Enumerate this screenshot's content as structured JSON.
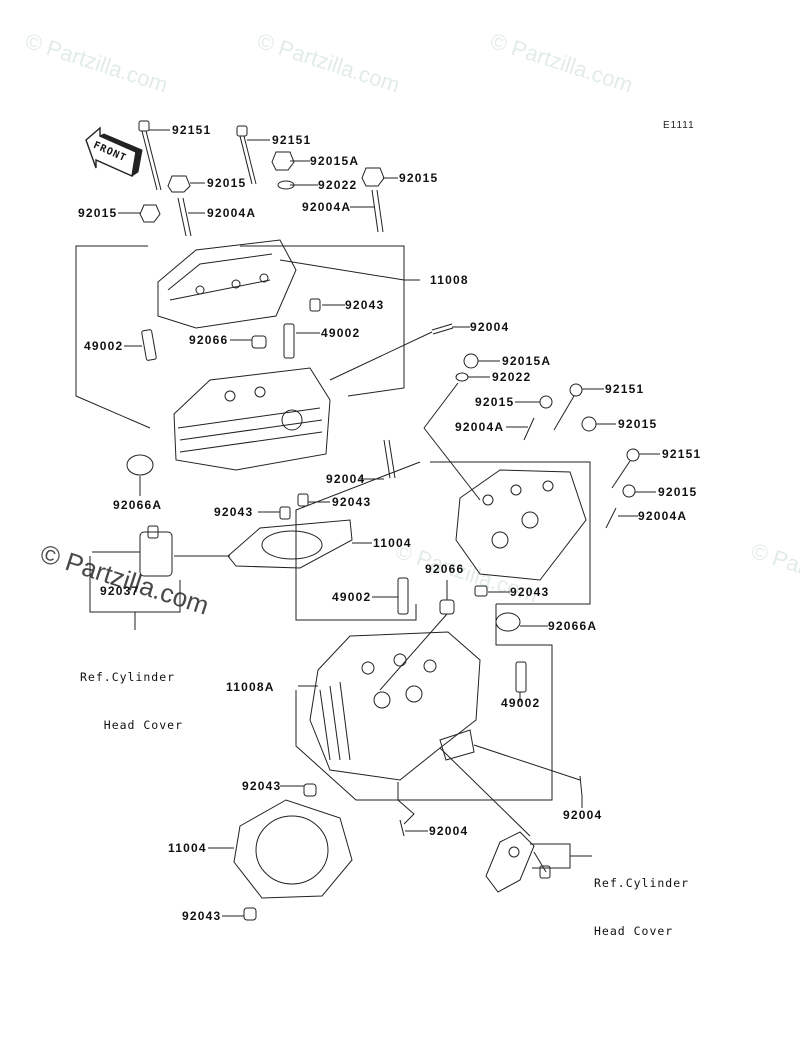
{
  "diagram": {
    "code": "E1111",
    "watermark": "© Partzilla.com",
    "front_label": "FRONT",
    "colors": {
      "line": "#222222",
      "watermark": "#c8dcd4",
      "background": "#ffffff"
    },
    "labels": [
      {
        "id": "p92151-a",
        "text": "92151"
      },
      {
        "id": "p92151-b",
        "text": "92151"
      },
      {
        "id": "p92015A-a",
        "text": "92015A"
      },
      {
        "id": "p92015-a",
        "text": "92015"
      },
      {
        "id": "p92022-a",
        "text": "92022"
      },
      {
        "id": "p92015-b",
        "text": "92015"
      },
      {
        "id": "p92015-c",
        "text": "92015"
      },
      {
        "id": "p92004A-a",
        "text": "92004A"
      },
      {
        "id": "p92004A-b",
        "text": "92004A"
      },
      {
        "id": "p11008",
        "text": "11008"
      },
      {
        "id": "p92043-a",
        "text": "92043"
      },
      {
        "id": "p49002-a",
        "text": "49002"
      },
      {
        "id": "p92066-a",
        "text": "92066"
      },
      {
        "id": "p49002-b",
        "text": "49002"
      },
      {
        "id": "p92004-a",
        "text": "92004"
      },
      {
        "id": "p92015A-b",
        "text": "92015A"
      },
      {
        "id": "p92022-b",
        "text": "92022"
      },
      {
        "id": "p92151-c",
        "text": "92151"
      },
      {
        "id": "p92015-d",
        "text": "92015"
      },
      {
        "id": "p92004A-c",
        "text": "92004A"
      },
      {
        "id": "p92015-e",
        "text": "92015"
      },
      {
        "id": "p92151-d",
        "text": "92151"
      },
      {
        "id": "p92015-f",
        "text": "92015"
      },
      {
        "id": "p92004A-d",
        "text": "92004A"
      },
      {
        "id": "p92004-b",
        "text": "92004"
      },
      {
        "id": "p92066A-a",
        "text": "92066A"
      },
      {
        "id": "p92043-b",
        "text": "92043"
      },
      {
        "id": "p92043-c",
        "text": "92043"
      },
      {
        "id": "p11004-a",
        "text": "11004"
      },
      {
        "id": "p92037",
        "text": "92037"
      },
      {
        "id": "p92066-b",
        "text": "92066"
      },
      {
        "id": "p49002-c",
        "text": "49002"
      },
      {
        "id": "p92043-d",
        "text": "92043"
      },
      {
        "id": "p92066A-b",
        "text": "92066A"
      },
      {
        "id": "p11008A",
        "text": "11008A"
      },
      {
        "id": "p49002-d",
        "text": "49002"
      },
      {
        "id": "p92043-e",
        "text": "92043"
      },
      {
        "id": "p92004-c",
        "text": "92004"
      },
      {
        "id": "p92004-d",
        "text": "92004"
      },
      {
        "id": "p11004-b",
        "text": "11004"
      },
      {
        "id": "p92043-f",
        "text": "92043"
      }
    ],
    "references": [
      {
        "id": "ref-1",
        "line1": "Ref.Cylinder",
        "line2": "   Head Cover"
      },
      {
        "id": "ref-2",
        "line1": "Ref.Cylinder",
        "line2": "Head Cover"
      }
    ]
  }
}
